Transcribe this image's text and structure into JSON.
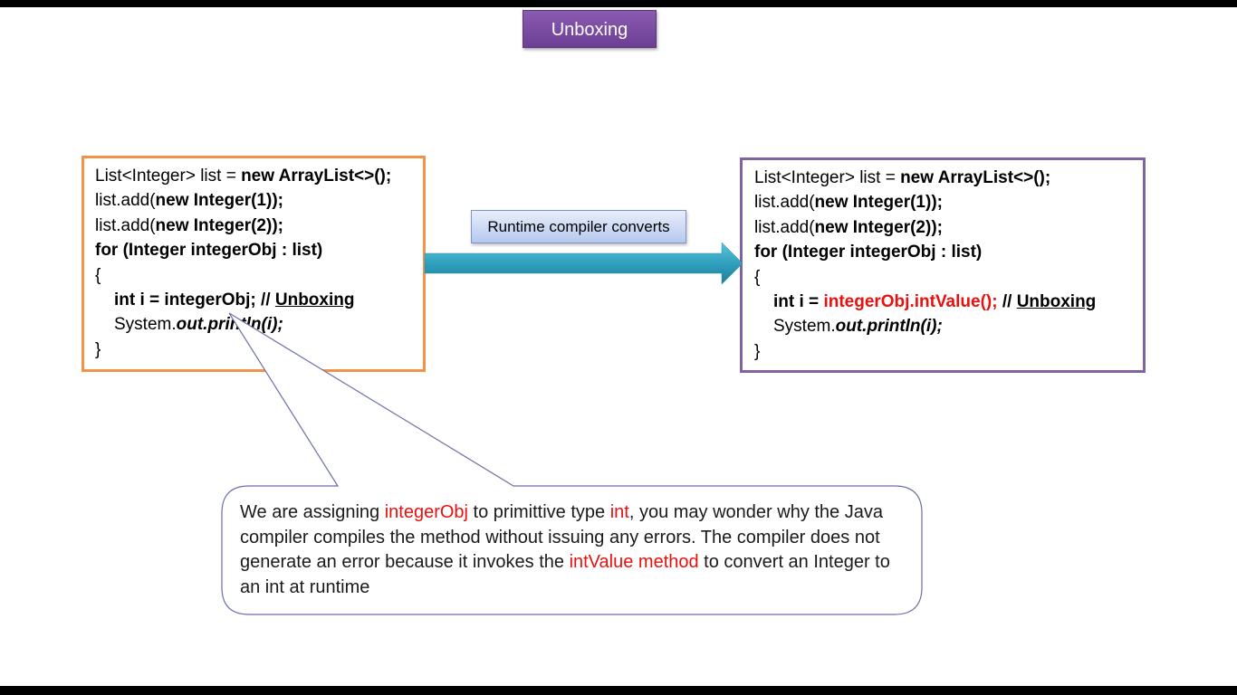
{
  "slide": {
    "title": "Unboxing",
    "arrow_label": "Runtime compiler converts",
    "left_code": {
      "l1_a": "List<Integer> list = ",
      "l1_b": "new ArrayList<>();",
      "l2_a": "list.add(",
      "l2_b": "new Integer(1));",
      "l3_a": "list.add(",
      "l3_b": "new Integer(2));",
      "l4": "for (Integer integerObj : list)",
      "l5": "{",
      "l6_a": "int i = integerObj; // ",
      "l6_b": "Unboxing",
      "l7_a": "System.",
      "l7_b": "out.println(i);",
      "l8": "}"
    },
    "right_code": {
      "l1_a": "List<Integer> list = ",
      "l1_b": "new ArrayList<>();",
      "l2_a": "list.add(",
      "l2_b": "new Integer(1));",
      "l3_a": "list.add(",
      "l3_b": "new Integer(2));",
      "l4": "for (Integer integerObj : list)",
      "l5": "{",
      "l6_a": "int i = ",
      "l6_b": "integerObj.intValue();",
      "l6_c": " // ",
      "l6_d": "Unboxing",
      "l7_a": "System.",
      "l7_b": "out.println(i);",
      "l8": "}"
    },
    "callout": {
      "p1": "We are assigning ",
      "p2": "integerObj",
      "p3": " to primittive type ",
      "p4": "int",
      "p5": ", you may wonder why the Java compiler compiles the method without issuing any errors. The compiler does not generate an error because it invokes the ",
      "p6": "intValue method",
      "p7": " to convert an Integer to an int at runtime"
    },
    "colors": {
      "title_bg": "#7b4da3",
      "left_border": "#f4924a",
      "right_border": "#8064a2",
      "arrow": "#31a3c0",
      "highlight": "#e8110f"
    }
  }
}
